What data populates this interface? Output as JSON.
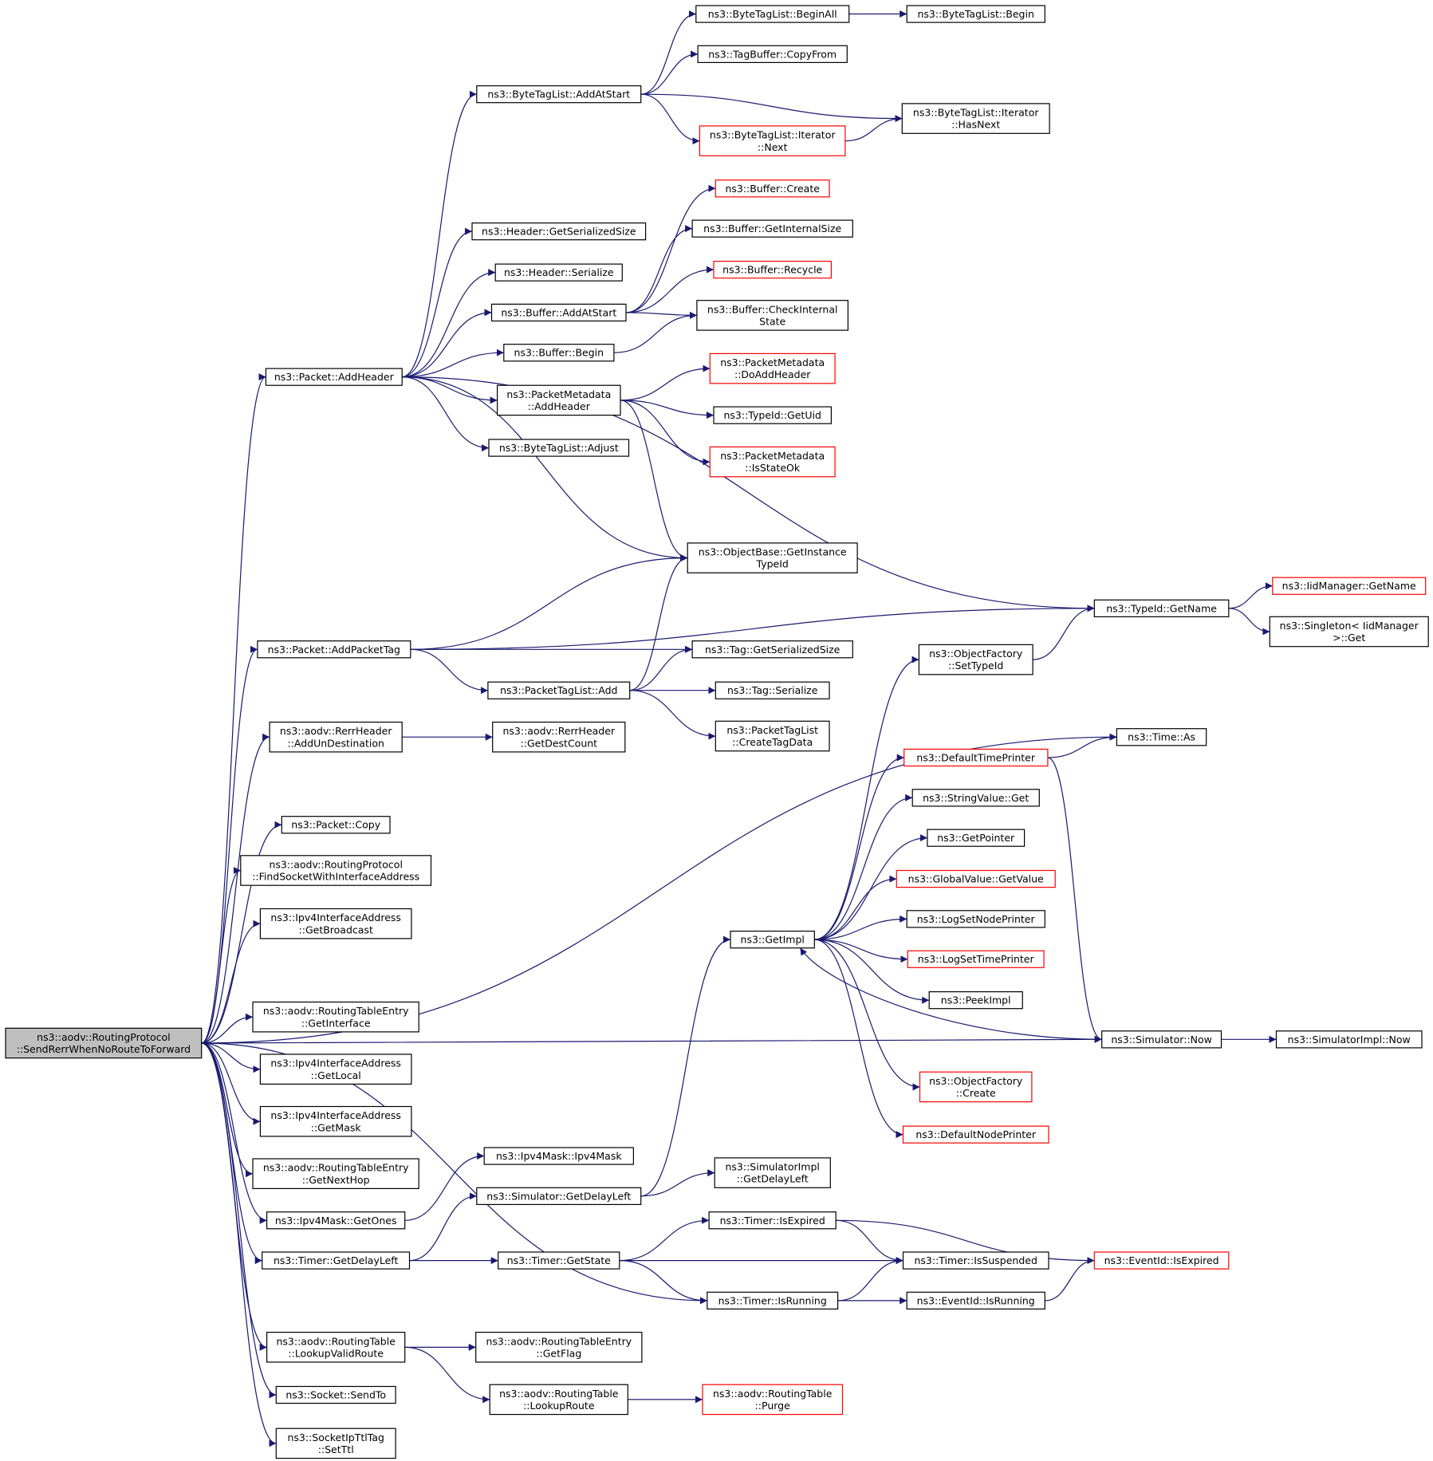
{
  "nodes": [
    {
      "id": "root",
      "lines": [
        "ns3::aodv::RoutingProtocol",
        "::SendRerrWhenNoRouteToForward"
      ],
      "style": "root"
    },
    {
      "id": "addHeader",
      "lines": [
        "ns3::Packet::AddHeader"
      ]
    },
    {
      "id": "addPacketTag",
      "lines": [
        "ns3::Packet::AddPacketTag"
      ]
    },
    {
      "id": "addUnDest",
      "lines": [
        "ns3::aodv::RerrHeader",
        "::AddUnDestination"
      ]
    },
    {
      "id": "copy",
      "lines": [
        "ns3::Packet::Copy"
      ]
    },
    {
      "id": "findSocket",
      "lines": [
        "ns3::aodv::RoutingProtocol",
        "::FindSocketWithInterfaceAddress"
      ]
    },
    {
      "id": "getBroadcast",
      "lines": [
        "ns3::Ipv4InterfaceAddress",
        "::GetBroadcast"
      ]
    },
    {
      "id": "getInterface",
      "lines": [
        "ns3::aodv::RoutingTableEntry",
        "::GetInterface"
      ]
    },
    {
      "id": "getLocal",
      "lines": [
        "ns3::Ipv4InterfaceAddress",
        "::GetLocal"
      ]
    },
    {
      "id": "getMask",
      "lines": [
        "ns3::Ipv4InterfaceAddress",
        "::GetMask"
      ]
    },
    {
      "id": "getNextHop",
      "lines": [
        "ns3::aodv::RoutingTableEntry",
        "::GetNextHop"
      ]
    },
    {
      "id": "getOnes",
      "lines": [
        "ns3::Ipv4Mask::GetOnes"
      ]
    },
    {
      "id": "timerGetDelayLeft",
      "lines": [
        "ns3::Timer::GetDelayLeft"
      ]
    },
    {
      "id": "lookupValidRoute",
      "lines": [
        "ns3::aodv::RoutingTable",
        "::LookupValidRoute"
      ]
    },
    {
      "id": "sendTo",
      "lines": [
        "ns3::Socket::SendTo"
      ]
    },
    {
      "id": "setTtl",
      "lines": [
        "ns3::SocketIpTtlTag",
        "::SetTtl"
      ]
    },
    {
      "id": "btlAddAtStart",
      "lines": [
        "ns3::ByteTagList::AddAtStart"
      ]
    },
    {
      "id": "headerGetSize",
      "lines": [
        "ns3::Header::GetSerializedSize"
      ]
    },
    {
      "id": "headerSerialize",
      "lines": [
        "ns3::Header::Serialize"
      ]
    },
    {
      "id": "bufAddAtStart",
      "lines": [
        "ns3::Buffer::AddAtStart"
      ]
    },
    {
      "id": "bufBegin",
      "lines": [
        "ns3::Buffer::Begin"
      ]
    },
    {
      "id": "pmAddHeader",
      "lines": [
        "ns3::PacketMetadata",
        "::AddHeader"
      ]
    },
    {
      "id": "btlAdjust",
      "lines": [
        "ns3::ByteTagList::Adjust"
      ]
    },
    {
      "id": "ptlAdd",
      "lines": [
        "ns3::PacketTagList::Add"
      ]
    },
    {
      "id": "rerrGetDestCount",
      "lines": [
        "ns3::aodv::RerrHeader",
        "::GetDestCount"
      ]
    },
    {
      "id": "ipv4Mask",
      "lines": [
        "ns3::Ipv4Mask::Ipv4Mask"
      ]
    },
    {
      "id": "simGetDelayLeft",
      "lines": [
        "ns3::Simulator::GetDelayLeft"
      ]
    },
    {
      "id": "timerGetState",
      "lines": [
        "ns3::Timer::GetState"
      ]
    },
    {
      "id": "rtGetFlag",
      "lines": [
        "ns3::aodv::RoutingTableEntry",
        "::GetFlag"
      ]
    },
    {
      "id": "rtLookupRoute",
      "lines": [
        "ns3::aodv::RoutingTable",
        "::LookupRoute"
      ]
    },
    {
      "id": "btlBeginAll",
      "lines": [
        "ns3::ByteTagList::BeginAll"
      ]
    },
    {
      "id": "tagBufCopyFrom",
      "lines": [
        "ns3::TagBuffer::CopyFrom"
      ]
    },
    {
      "id": "btlIterNext",
      "lines": [
        "ns3::ByteTagList::Iterator",
        "::Next"
      ],
      "style": "red"
    },
    {
      "id": "bufCreate",
      "lines": [
        "ns3::Buffer::Create"
      ],
      "style": "red"
    },
    {
      "id": "bufGetInternalSize",
      "lines": [
        "ns3::Buffer::GetInternalSize"
      ]
    },
    {
      "id": "bufRecycle",
      "lines": [
        "ns3::Buffer::Recycle"
      ],
      "style": "red"
    },
    {
      "id": "bufCheckInternal",
      "lines": [
        "ns3::Buffer::CheckInternal",
        "State"
      ]
    },
    {
      "id": "pmDoAddHeader",
      "lines": [
        "ns3::PacketMetadata",
        "::DoAddHeader"
      ],
      "style": "red"
    },
    {
      "id": "typeIdGetUid",
      "lines": [
        "ns3::TypeId::GetUid"
      ]
    },
    {
      "id": "pmIsStateOk",
      "lines": [
        "ns3::PacketMetadata",
        "::IsStateOk"
      ],
      "style": "red"
    },
    {
      "id": "objBaseGetType",
      "lines": [
        "ns3::ObjectBase::GetInstance",
        "TypeId"
      ]
    },
    {
      "id": "tagGetSize",
      "lines": [
        "ns3::Tag::GetSerializedSize"
      ]
    },
    {
      "id": "tagSerialize",
      "lines": [
        "ns3::Tag::Serialize"
      ]
    },
    {
      "id": "ptlCreateTagData",
      "lines": [
        "ns3::PacketTagList",
        "::CreateTagData"
      ]
    },
    {
      "id": "getImpl",
      "lines": [
        "ns3::GetImpl"
      ]
    },
    {
      "id": "simImplGetDelayLeft",
      "lines": [
        "ns3::SimulatorImpl",
        "::GetDelayLeft"
      ]
    },
    {
      "id": "timerIsExpired",
      "lines": [
        "ns3::Timer::IsExpired"
      ]
    },
    {
      "id": "timerIsRunning",
      "lines": [
        "ns3::Timer::IsRunning"
      ]
    },
    {
      "id": "rtPurge",
      "lines": [
        "ns3::aodv::RoutingTable",
        "::Purge"
      ],
      "style": "red"
    },
    {
      "id": "btlBegin",
      "lines": [
        "ns3::ByteTagList::Begin"
      ]
    },
    {
      "id": "btlIterHasNext",
      "lines": [
        "ns3::ByteTagList::Iterator",
        "::HasNext"
      ]
    },
    {
      "id": "objFactSetTypeId",
      "lines": [
        "ns3::ObjectFactory",
        "::SetTypeId"
      ]
    },
    {
      "id": "defaultTimePrinter",
      "lines": [
        "ns3::DefaultTimePrinter"
      ],
      "style": "red"
    },
    {
      "id": "stringValueGet",
      "lines": [
        "ns3::StringValue::Get"
      ]
    },
    {
      "id": "getPointer",
      "lines": [
        "ns3::GetPointer"
      ]
    },
    {
      "id": "globalValueGetValue",
      "lines": [
        "ns3::GlobalValue::GetValue"
      ],
      "style": "red"
    },
    {
      "id": "logSetNodePrinter",
      "lines": [
        "ns3::LogSetNodePrinter"
      ]
    },
    {
      "id": "logSetTimePrinter",
      "lines": [
        "ns3::LogSetTimePrinter"
      ],
      "style": "red"
    },
    {
      "id": "peekImpl",
      "lines": [
        "ns3::PeekImpl"
      ]
    },
    {
      "id": "objFactCreate",
      "lines": [
        "ns3::ObjectFactory",
        "::Create"
      ],
      "style": "red"
    },
    {
      "id": "defaultNodePrinter",
      "lines": [
        "ns3::DefaultNodePrinter"
      ],
      "style": "red"
    },
    {
      "id": "timerIsSuspended",
      "lines": [
        "ns3::Timer::IsSuspended"
      ]
    },
    {
      "id": "eventIdIsRunning",
      "lines": [
        "ns3::EventId::IsRunning"
      ]
    },
    {
      "id": "typeIdGetName",
      "lines": [
        "ns3::TypeId::GetName"
      ]
    },
    {
      "id": "timeAs",
      "lines": [
        "ns3::Time::As"
      ]
    },
    {
      "id": "simNow",
      "lines": [
        "ns3::Simulator::Now"
      ]
    },
    {
      "id": "eventIdIsExpired",
      "lines": [
        "ns3::EventId::IsExpired"
      ],
      "style": "red"
    },
    {
      "id": "iidMgrGetName",
      "lines": [
        "ns3::IidManager::GetName"
      ],
      "style": "red"
    },
    {
      "id": "singletonGet",
      "lines": [
        "ns3::Singleton< IidManager",
        ">::Get"
      ]
    },
    {
      "id": "simImplNow",
      "lines": [
        "ns3::SimulatorImpl::Now"
      ]
    }
  ],
  "edges": [
    [
      "root",
      "addHeader"
    ],
    [
      "root",
      "addPacketTag"
    ],
    [
      "root",
      "addUnDest"
    ],
    [
      "root",
      "copy"
    ],
    [
      "root",
      "findSocket"
    ],
    [
      "root",
      "getBroadcast"
    ],
    [
      "root",
      "getInterface"
    ],
    [
      "root",
      "getLocal"
    ],
    [
      "root",
      "getMask"
    ],
    [
      "root",
      "getNextHop"
    ],
    [
      "root",
      "getOnes"
    ],
    [
      "root",
      "timerGetDelayLeft"
    ],
    [
      "root",
      "lookupValidRoute"
    ],
    [
      "root",
      "sendTo"
    ],
    [
      "root",
      "setTtl"
    ],
    [
      "root",
      "timeAs"
    ],
    [
      "root",
      "simNow"
    ],
    [
      "root",
      "timerIsRunning"
    ],
    [
      "addHeader",
      "btlAddAtStart"
    ],
    [
      "addHeader",
      "headerGetSize"
    ],
    [
      "addHeader",
      "headerSerialize"
    ],
    [
      "addHeader",
      "bufAddAtStart"
    ],
    [
      "addHeader",
      "bufBegin"
    ],
    [
      "addHeader",
      "pmAddHeader"
    ],
    [
      "addHeader",
      "btlAdjust"
    ],
    [
      "addHeader",
      "objBaseGetType"
    ],
    [
      "addHeader",
      "typeIdGetName"
    ],
    [
      "addPacketTag",
      "objBaseGetType"
    ],
    [
      "addPacketTag",
      "typeIdGetName"
    ],
    [
      "addPacketTag",
      "tagGetSize"
    ],
    [
      "addPacketTag",
      "ptlAdd"
    ],
    [
      "addUnDest",
      "rerrGetDestCount"
    ],
    [
      "getOnes",
      "ipv4Mask"
    ],
    [
      "timerGetDelayLeft",
      "simGetDelayLeft"
    ],
    [
      "timerGetDelayLeft",
      "timerGetState"
    ],
    [
      "lookupValidRoute",
      "rtGetFlag"
    ],
    [
      "lookupValidRoute",
      "rtLookupRoute"
    ],
    [
      "btlAddAtStart",
      "btlBeginAll"
    ],
    [
      "btlAddAtStart",
      "tagBufCopyFrom"
    ],
    [
      "btlAddAtStart",
      "btlIterHasNext"
    ],
    [
      "btlAddAtStart",
      "btlIterNext"
    ],
    [
      "btlBeginAll",
      "btlBegin"
    ],
    [
      "btlIterNext",
      "btlIterHasNext"
    ],
    [
      "bufAddAtStart",
      "bufCreate"
    ],
    [
      "bufAddAtStart",
      "bufGetInternalSize"
    ],
    [
      "bufAddAtStart",
      "bufRecycle"
    ],
    [
      "bufAddAtStart",
      "bufCheckInternal"
    ],
    [
      "bufBegin",
      "bufCheckInternal"
    ],
    [
      "pmAddHeader",
      "pmDoAddHeader"
    ],
    [
      "pmAddHeader",
      "typeIdGetUid"
    ],
    [
      "pmAddHeader",
      "pmIsStateOk"
    ],
    [
      "pmAddHeader",
      "objBaseGetType"
    ],
    [
      "ptlAdd",
      "objBaseGetType"
    ],
    [
      "ptlAdd",
      "tagGetSize"
    ],
    [
      "ptlAdd",
      "tagSerialize"
    ],
    [
      "ptlAdd",
      "ptlCreateTagData"
    ],
    [
      "simGetDelayLeft",
      "getImpl"
    ],
    [
      "simGetDelayLeft",
      "simImplGetDelayLeft"
    ],
    [
      "timerGetState",
      "timerIsExpired"
    ],
    [
      "timerGetState",
      "timerIsSuspended"
    ],
    [
      "timerGetState",
      "timerIsRunning"
    ],
    [
      "timerIsExpired",
      "timerIsSuspended"
    ],
    [
      "timerIsExpired",
      "eventIdIsExpired"
    ],
    [
      "timerIsRunning",
      "timerIsSuspended"
    ],
    [
      "timerIsRunning",
      "eventIdIsRunning"
    ],
    [
      "eventIdIsRunning",
      "eventIdIsExpired"
    ],
    [
      "rtLookupRoute",
      "rtPurge"
    ],
    [
      "getImpl",
      "objFactSetTypeId"
    ],
    [
      "getImpl",
      "defaultTimePrinter"
    ],
    [
      "getImpl",
      "stringValueGet"
    ],
    [
      "getImpl",
      "getPointer"
    ],
    [
      "getImpl",
      "globalValueGetValue"
    ],
    [
      "getImpl",
      "logSetNodePrinter"
    ],
    [
      "getImpl",
      "logSetTimePrinter"
    ],
    [
      "getImpl",
      "peekImpl"
    ],
    [
      "getImpl",
      "objFactCreate"
    ],
    [
      "getImpl",
      "defaultNodePrinter"
    ],
    [
      "objFactSetTypeId",
      "typeIdGetName"
    ],
    [
      "defaultTimePrinter",
      "timeAs"
    ],
    [
      "defaultTimePrinter",
      "simNow"
    ],
    [
      "simNow",
      "getImpl"
    ],
    [
      "simNow",
      "simImplNow"
    ],
    [
      "typeIdGetName",
      "iidMgrGetName"
    ],
    [
      "typeIdGetName",
      "singletonGet"
    ]
  ]
}
